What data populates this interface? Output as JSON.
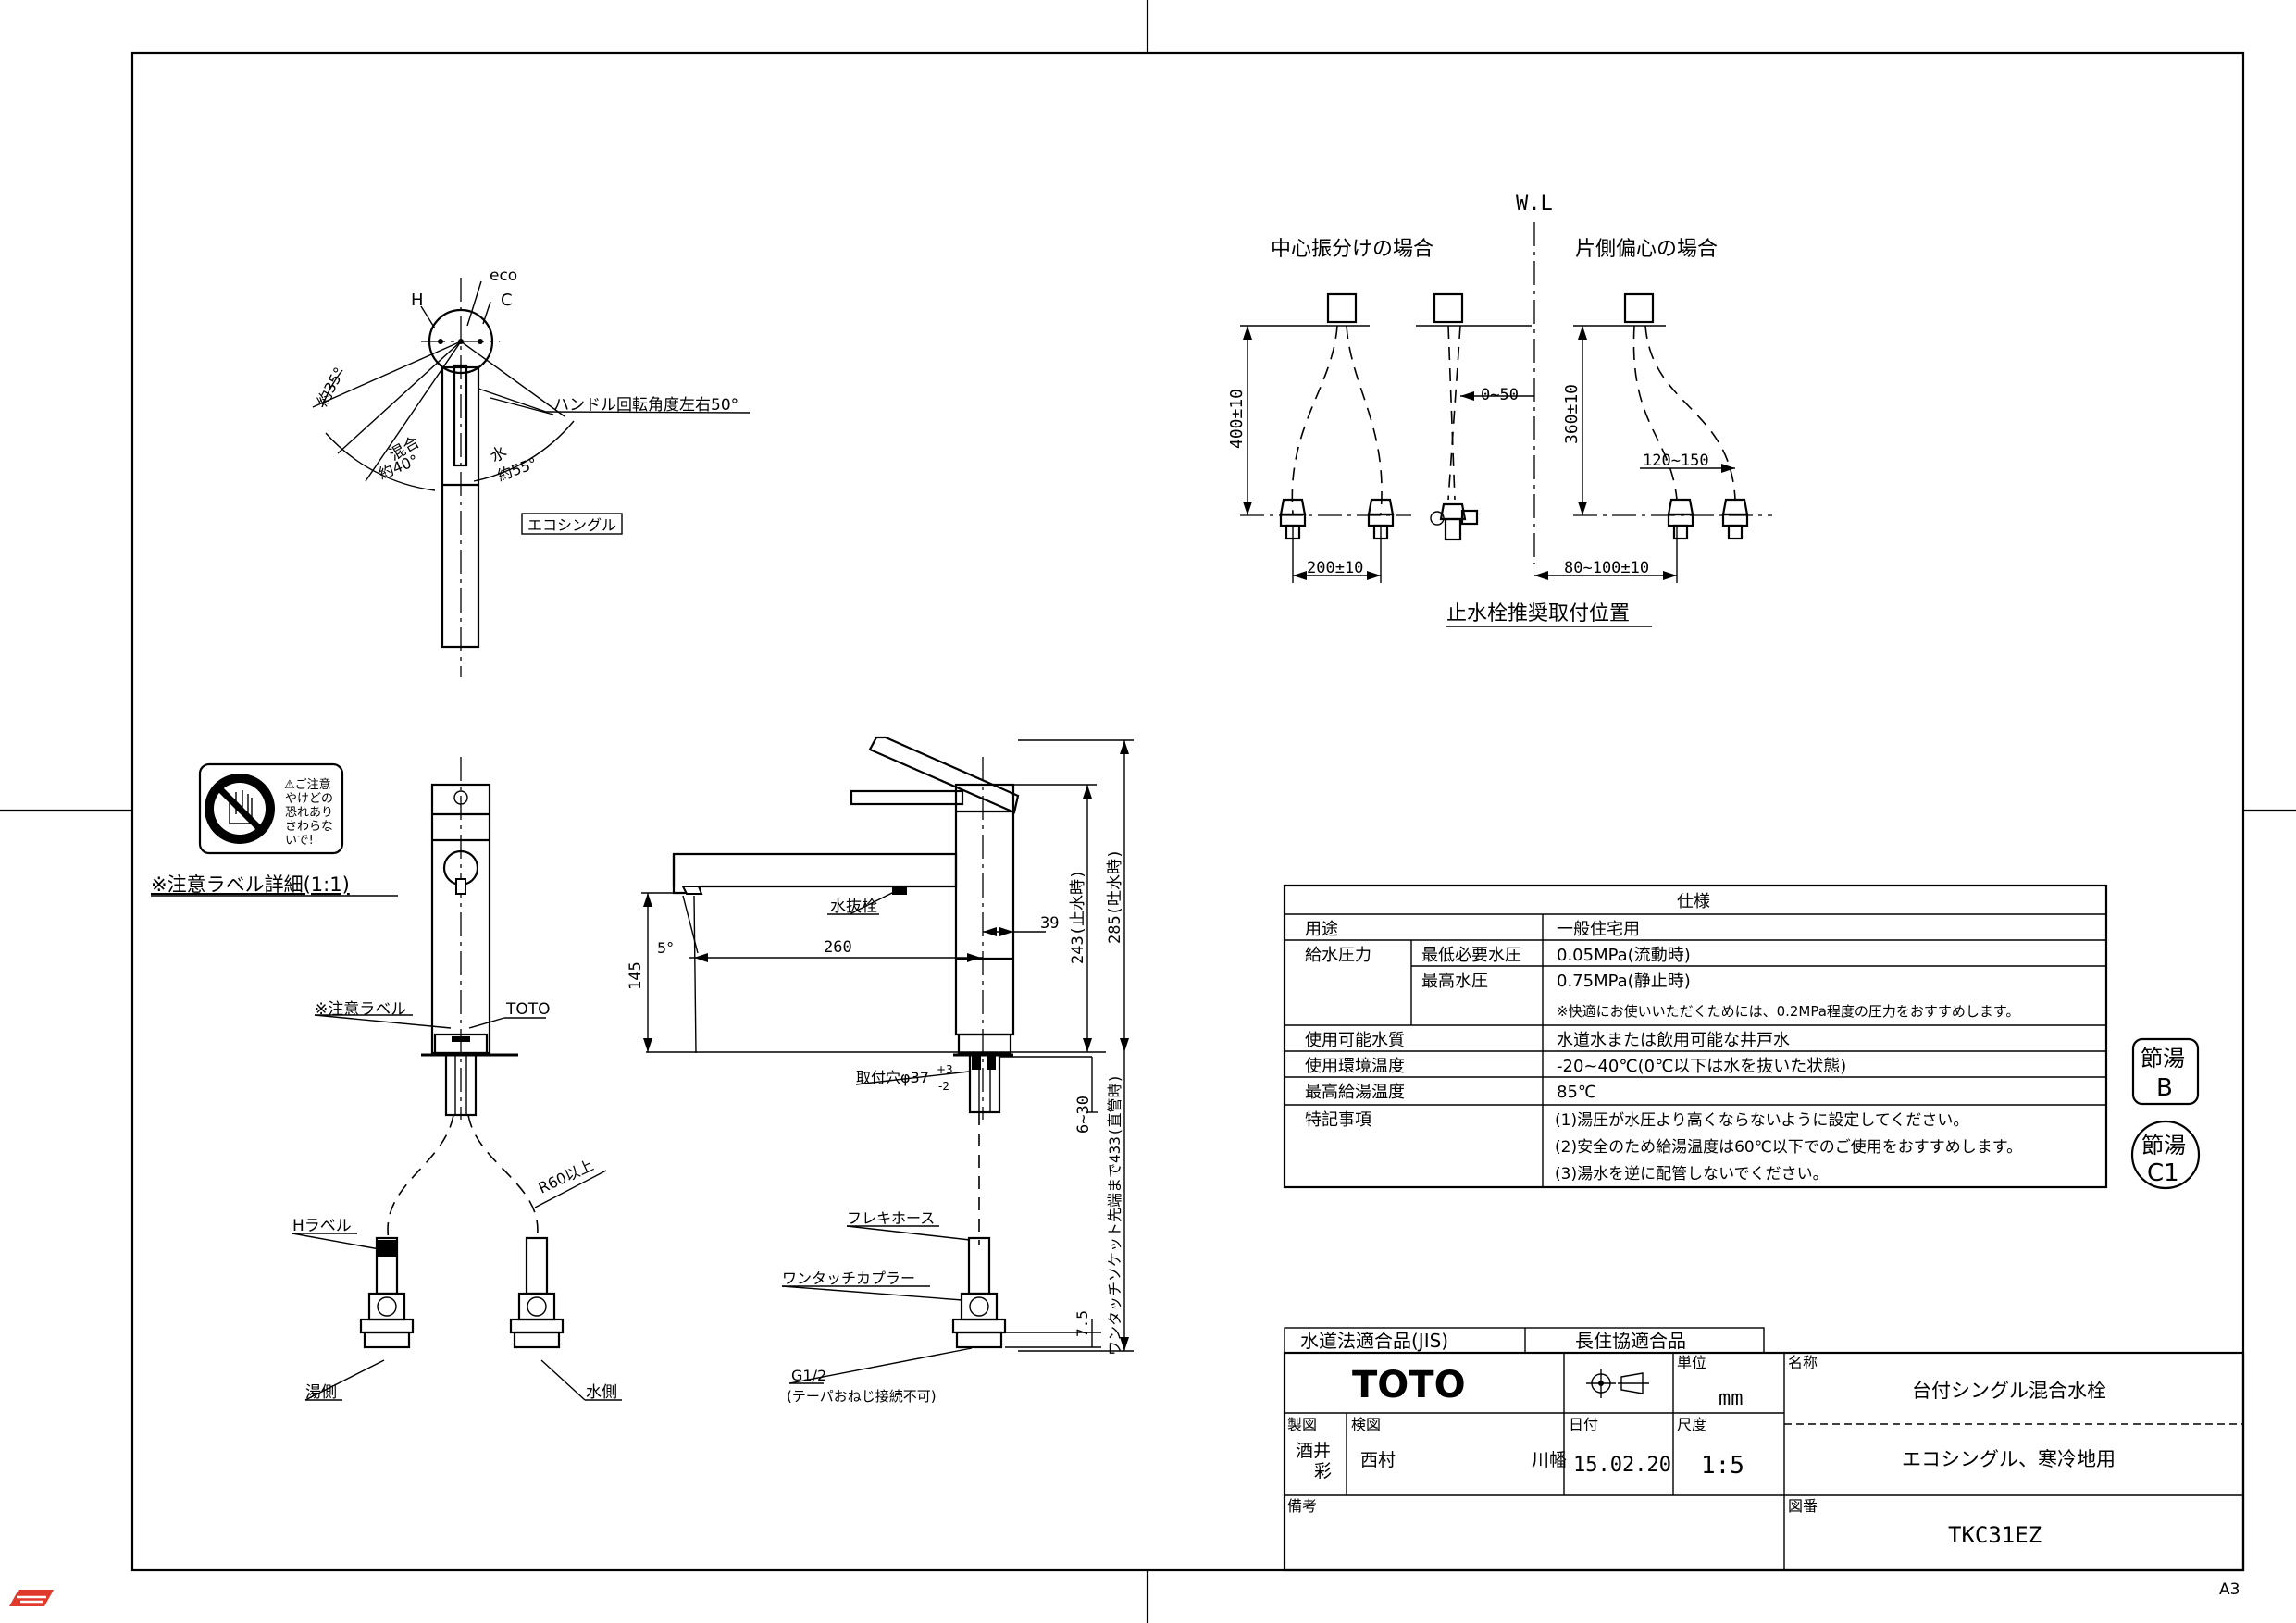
{
  "sheet": {
    "size": "A3",
    "stamp_color": "#e03a2c"
  },
  "top_view": {
    "hot": "H",
    "eco": "eco",
    "cold": "C",
    "angle_eco": "約35°",
    "angle_mix": "混合",
    "angle_mix_value": "約40°",
    "angle_water": "水",
    "angle_water_value": "約55°",
    "handle_rotation": "ハンドル回転角度左右50°",
    "eco_single": "エコシングル"
  },
  "caution_label": {
    "lines": [
      "⚠ご注意",
      "やけどの",
      "恐れあり",
      "さわらな",
      "いで!"
    ],
    "detail": "※注意ラベル詳細(1:1)",
    "icon": "no-touch-hand-icon"
  },
  "front_view": {
    "caution_label": "※注意ラベル",
    "brand": "TOTO",
    "h_label": "Hラベル",
    "r60": "R60以上",
    "hot_side": "湯側",
    "cold_side": "水側"
  },
  "side_view": {
    "drain_plug": "水抜栓",
    "angle": "5°",
    "reach": "260",
    "height_145": "145",
    "dim_39": "39",
    "dim_243": "243(止水時)",
    "dim_285": "285(吐水時)",
    "mount_hole": "取付穴φ37",
    "tol_plus": "+3",
    "tol_minus": "-2",
    "dim_6_30": "6~30",
    "dim_433": "ワンタッチソケット先端まで433(直管時)",
    "flex_hose": "フレキホース",
    "coupler": "ワンタッチカプラー",
    "dim_7_5": "7.5",
    "thread": "G1/2",
    "thread_note": "(テーパおねじ接続不可)"
  },
  "stop_valve": {
    "wl": "W.L",
    "center_title": "中心振分けの場合",
    "offset_title": "片側偏心の場合",
    "h400": "400±10",
    "w200": "200±10",
    "d0_50": "0~50",
    "h360": "360±10",
    "d120_150": "120~150",
    "d80_100": "80~100±10",
    "caption": "止水栓推奨取付位置"
  },
  "spec": {
    "header": "仕様",
    "rows": [
      {
        "label": "用途",
        "sub": "",
        "value": "一般住宅用"
      },
      {
        "label": "給水圧力",
        "sub": "最低必要水圧",
        "value": "0.05MPa(流動時)"
      },
      {
        "label": "",
        "sub": "最高水圧",
        "value": "0.75MPa(静止時)"
      },
      {
        "label": "",
        "sub": "",
        "value": "※快適にお使いいただくためには、0.2MPa程度の圧力をおすすめします。"
      },
      {
        "label": "使用可能水質",
        "sub": "",
        "value": "水道水または飲用可能な井戸水"
      },
      {
        "label": "使用環境温度",
        "sub": "",
        "value": "-20~40℃(0℃以下は水を抜いた状態)"
      },
      {
        "label": "最高給湯温度",
        "sub": "",
        "value": "85℃"
      },
      {
        "label": "特記事項",
        "sub": "",
        "value": "(1)湯圧が水圧より高くならないように設定してください。"
      },
      {
        "label": "",
        "sub": "",
        "value": "(2)安全のため給湯温度は60℃以下でのご使用をおすすめします。"
      },
      {
        "label": "",
        "sub": "",
        "value": "(3)湯水を逆に配管しないでください。"
      }
    ]
  },
  "marks": {
    "mark_b_1": "節湯",
    "mark_b_2": "B",
    "mark_c1_1": "節湯",
    "mark_c1_2": "C1"
  },
  "title_block": {
    "jis": "水道法適合品(JIS)",
    "kyojukyo": "長住協適合品",
    "logo": "TOTO",
    "unit_label": "単位",
    "unit": "mm",
    "name_label": "名称",
    "name": "台付シングル混合水栓",
    "subname": "エコシングル、寒冷地用",
    "drawn_label": "製図",
    "drawn_1": "酒井",
    "drawn_2": "彩",
    "checked_label": "検図",
    "checked_1": "西村",
    "checked_2": "川幡",
    "date_label": "日付",
    "date": "15.02.20",
    "scale_label": "尺度",
    "scale": "1:5",
    "remarks_label": "備考",
    "drawing_no_label": "図番",
    "drawing_no": "TKC31EZ"
  }
}
